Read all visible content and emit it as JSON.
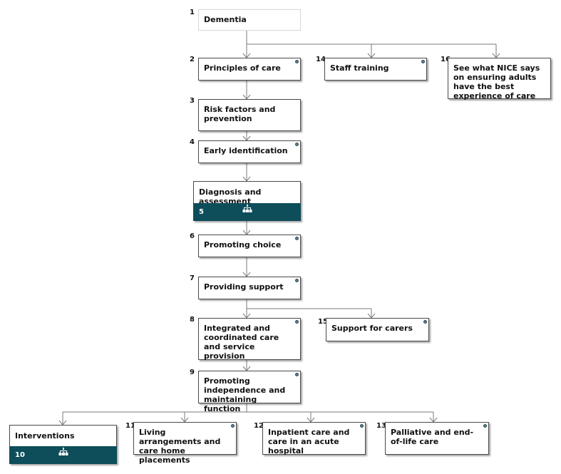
{
  "nodes": [
    {
      "id": "n1",
      "number": "1",
      "label": "Dementia"
    },
    {
      "id": "n2",
      "number": "2",
      "label": "Principles of care"
    },
    {
      "id": "n3",
      "number": "3",
      "label": "Risk factors and prevention"
    },
    {
      "id": "n4",
      "number": "4",
      "label": "Early identification"
    },
    {
      "id": "n5",
      "number": "5",
      "label": "Diagnosis and assessment"
    },
    {
      "id": "n6",
      "number": "6",
      "label": "Promoting choice"
    },
    {
      "id": "n7",
      "number": "7",
      "label": "Providing support"
    },
    {
      "id": "n8",
      "number": "8",
      "label": "Integrated and coordinated care and service provision"
    },
    {
      "id": "n9",
      "number": "9",
      "label": "Promoting independence and maintaining function"
    },
    {
      "id": "n10",
      "number": "10",
      "label": "Interventions"
    },
    {
      "id": "n11",
      "number": "11",
      "label": "Living arrangements and care home placements"
    },
    {
      "id": "n12",
      "number": "12",
      "label": "Inpatient care and care in an acute hospital"
    },
    {
      "id": "n13",
      "number": "13",
      "label": "Palliative and end-of-life care"
    },
    {
      "id": "n14",
      "number": "14",
      "label": "Staff training"
    },
    {
      "id": "n15",
      "number": "15",
      "label": "Support for carers"
    },
    {
      "id": "n16",
      "number": "16",
      "label": "See what NICE says on ensuring adults have the best experience of care"
    }
  ],
  "colors": {
    "band": "#0e4d5a",
    "connector": "#7a7a7a",
    "border": "#4a4a4a",
    "dot": "#5c7f8c"
  },
  "icons": {
    "expand": "hierarchy-icon",
    "detail": "dot-icon"
  }
}
